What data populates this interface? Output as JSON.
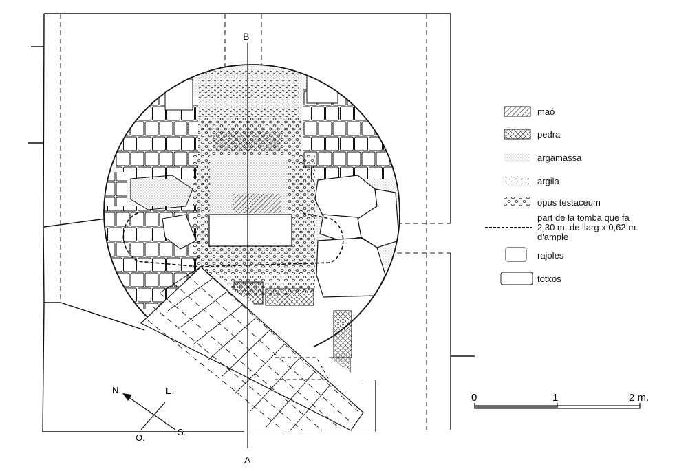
{
  "plan": {
    "axis_top": "B",
    "axis_bottom": "A",
    "compass": {
      "n": "N.",
      "e": "E.",
      "o": "O.",
      "s": "S."
    }
  },
  "legend": {
    "items": [
      {
        "key": "mao",
        "label": "maó",
        "pattern": "hatch-diagonal"
      },
      {
        "key": "pedra",
        "label": "pedra",
        "pattern": "crosshatch"
      },
      {
        "key": "argamassa",
        "label": "argamassa",
        "pattern": "fine-dots"
      },
      {
        "key": "argila",
        "label": "argila",
        "pattern": "dashes"
      },
      {
        "key": "opus",
        "label": "opus testaceum",
        "pattern": "circles"
      }
    ],
    "tomb_note": {
      "line1": "part de la tomba que fa",
      "line2": "2,30 m. de llarg x 0,62 m.",
      "line3": "d'ample"
    },
    "rajoles": "rajoles",
    "totxos": "totxos"
  },
  "scale": {
    "labels": [
      "0",
      "1",
      "2 m."
    ]
  }
}
